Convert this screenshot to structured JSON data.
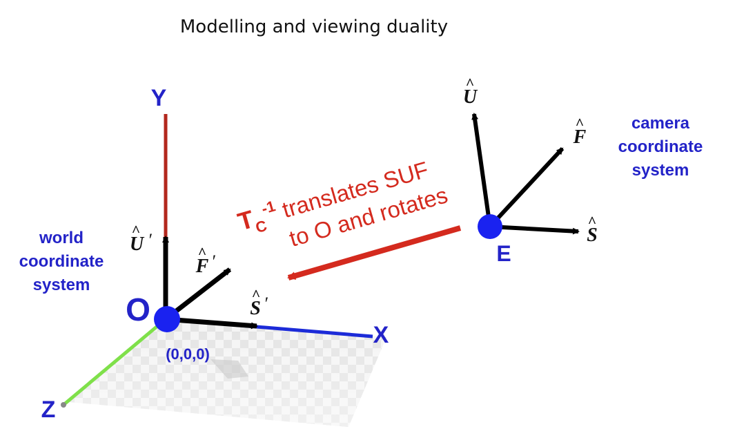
{
  "title": "Modelling and viewing duality",
  "world": {
    "axes": {
      "x": "X",
      "y": "Y",
      "z": "Z"
    },
    "origin_label": "O",
    "origin_coords": "(0,0,0)",
    "system_label": [
      "world",
      "coordinate",
      "system"
    ],
    "vectors": {
      "up": {
        "symbol": "U",
        "hat": "^",
        "prime": "′"
      },
      "forward": {
        "symbol": "F",
        "hat": "^",
        "prime": "′"
      },
      "side": {
        "symbol": "S",
        "hat": "^",
        "prime": "′"
      }
    }
  },
  "camera": {
    "point_label": "E",
    "system_label": [
      "camera",
      "coordinate",
      "system"
    ],
    "vectors": {
      "up": {
        "symbol": "U",
        "hat": "^"
      },
      "forward": {
        "symbol": "F",
        "hat": "^"
      },
      "side": {
        "symbol": "S",
        "hat": "^"
      }
    }
  },
  "transform": {
    "symbol": "T",
    "subscript": "C",
    "superscript": "-1",
    "line1_rest": " translates SUF",
    "line2": "to O and rotates"
  },
  "colors": {
    "axis_label": "#2323c8",
    "transform_text": "#d42a1e",
    "y_axis": "#b3271d",
    "x_axis": "#1c2bd8",
    "z_axis": "#7fe04a",
    "vector": "#000000",
    "point": "#1a22f0"
  }
}
